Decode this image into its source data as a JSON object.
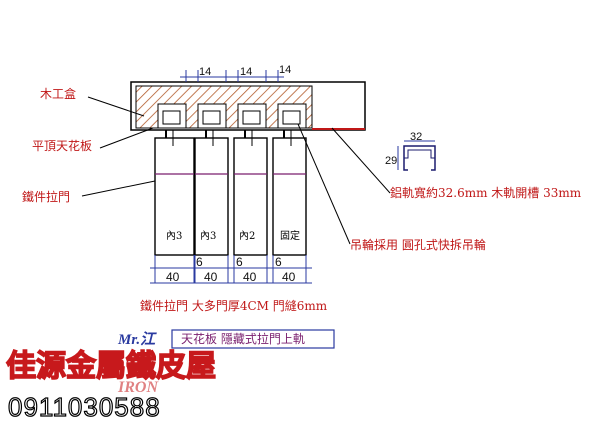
{
  "labels": {
    "wood_box": "木工盒",
    "ceiling_board": "平頂天花板",
    "iron_door": "鐵件拉門",
    "rail_note": "鋁軌寬約32.6mm 木軌開槽 33mm",
    "pulley_note": "吊輪採用 圓孔式快拆吊輪",
    "door_note": "鐵件拉門 大多門厚4CM 門縫6mm",
    "caption": "天花板 隱藏式拉門上軌"
  },
  "dims": {
    "top_gap_1": "14",
    "top_gap_2": "14",
    "top_gap_3": "14",
    "rail_width": "32",
    "rail_height": "29",
    "door_w_1": "40",
    "door_w_2": "40",
    "door_w_3": "40",
    "door_w_4": "40",
    "gap_1": "6",
    "gap_2": "6",
    "gap_3": "6"
  },
  "doors": [
    "內3",
    "內3",
    "內2",
    "固定"
  ],
  "branding": {
    "signature": "Mr.江",
    "shop_name": "佳源金屬鐵皮屋",
    "watermark": "IRON",
    "phone": "0911030588"
  },
  "colors": {
    "label_red": "#c01818",
    "hatch": "#b35a2a",
    "door_accent": "#7a1f6e",
    "dim_blue": "#2a3aa0",
    "logo_yellow": "#f2c21a",
    "logo_red": "#c7191c"
  }
}
